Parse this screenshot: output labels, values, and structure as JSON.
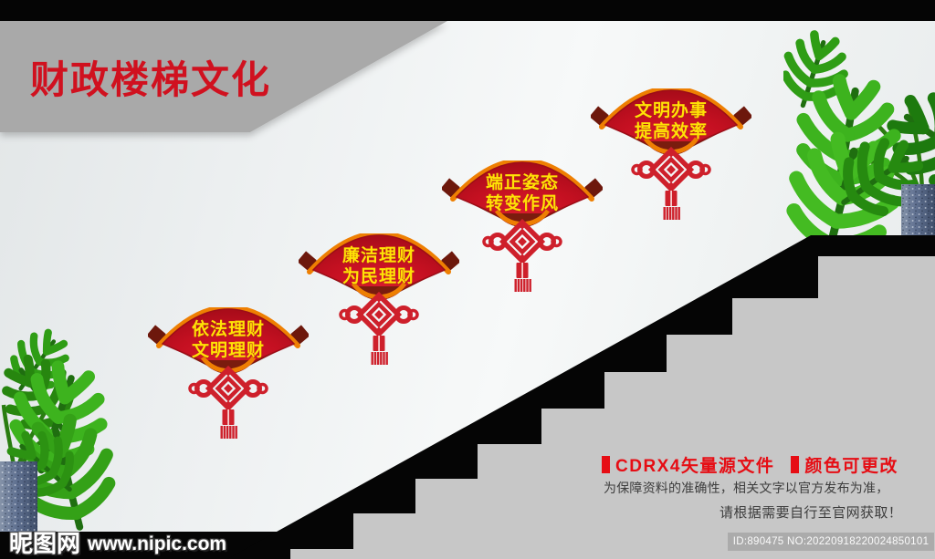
{
  "banner": {
    "title": "财政楼梯文化"
  },
  "fans": [
    {
      "line1": "依法理财",
      "line2": "文明理财"
    },
    {
      "line1": "廉洁理财",
      "line2": "为民理财"
    },
    {
      "line1": "端正姿态",
      "line2": "转变作风"
    },
    {
      "line1": "文明办事",
      "line2": "提高效率"
    }
  ],
  "notice": {
    "source_label": "CDRX4矢量源文件",
    "color_label": "颜色可更改",
    "disclaimer_line1": "为保障资料的准确性，相关文字以官方发布为准，",
    "disclaimer_line2": "请根据需要自行至官网获取！",
    "file_id": "ID:890475 NO:20220918220024850101"
  },
  "watermark": {
    "site_name": "昵图网",
    "site_url": "www.nipic.com"
  },
  "colors": {
    "title_red": "#d0111f",
    "banner_gray": "#a9a9a9",
    "fan_red": "#c40f20",
    "rib_maroon": "#7a1c0e",
    "trim_orange": "#ee7f02",
    "fan_text_yellow": "#ffe206",
    "knot_red": "#ce202b",
    "notice_red": "#e60d14",
    "understair_gray": "#c7c7c7",
    "stairs_black": "#050505",
    "leaf_green": "#3aa81e",
    "pot_blue_gray": "#5f7090"
  }
}
